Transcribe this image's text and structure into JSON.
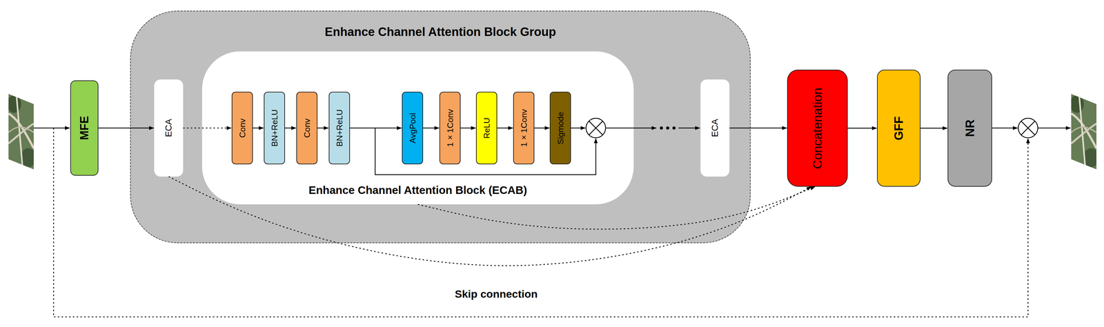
{
  "diagram": {
    "nodes": [
      {
        "text": [
          "MFE"
        ]
      },
      {
        "text": [
          "Enhance Channel Attention Block Group"
        ]
      },
      {
        "text": [
          "ECA"
        ],
        "in": 1
      },
      {
        "text": [
          "Enhance Channel Attention Block (ECAB)"
        ],
        "in": 1
      },
      {
        "text": [
          "Conv"
        ],
        "in": 3
      },
      {
        "text": [
          "BN+ReLU"
        ],
        "in": 3
      },
      {
        "text": [
          "Conv"
        ],
        "in": 3
      },
      {
        "text": [
          "BN+ReLU"
        ],
        "in": 3
      },
      {
        "text": [
          "AvgPool"
        ],
        "in": 3
      },
      {
        "text": [
          "1×1Conv"
        ],
        "in": 3
      },
      {
        "text": [
          "ReLU"
        ],
        "in": 3
      },
      {
        "text": [
          "1×1Conv"
        ],
        "in": 3
      },
      {
        "text": [
          "Sigmode"
        ],
        "in": 3
      },
      {
        "text": [
          "ECA"
        ],
        "in": 1
      },
      {
        "text": [
          "Concatenation"
        ]
      },
      {
        "text": [
          "GFF"
        ]
      },
      {
        "text": [
          "NR"
        ]
      }
    ],
    "edges": [
      {
        "from": 0,
        "to": 2,
        "arrow": "to"
      },
      {
        "from": 2,
        "to": 4,
        "arrow": "to"
      },
      {
        "from": 4,
        "to": 5,
        "arrow": "to"
      },
      {
        "from": 5,
        "to": 6,
        "arrow": "to"
      },
      {
        "from": 6,
        "to": 7,
        "arrow": "to"
      },
      {
        "from": 7,
        "to": 8,
        "arrow": "to"
      },
      {
        "from": 8,
        "to": 9,
        "arrow": "to"
      },
      {
        "from": 9,
        "to": 10,
        "arrow": "to"
      },
      {
        "from": 10,
        "to": 11,
        "arrow": "to"
      },
      {
        "from": 11,
        "to": 12,
        "arrow": "to"
      },
      {
        "from": 13,
        "to": 14,
        "arrow": "to"
      },
      {
        "from": 14,
        "to": 15,
        "arrow": "to"
      },
      {
        "from": 15,
        "to": 16,
        "arrow": "to"
      },
      {
        "from": 2,
        "to": 14,
        "arrow": "to"
      },
      {
        "from": 3,
        "to": 14,
        "arrow": "to"
      }
    ],
    "labels": [
      "Skip connection"
    ]
  }
}
